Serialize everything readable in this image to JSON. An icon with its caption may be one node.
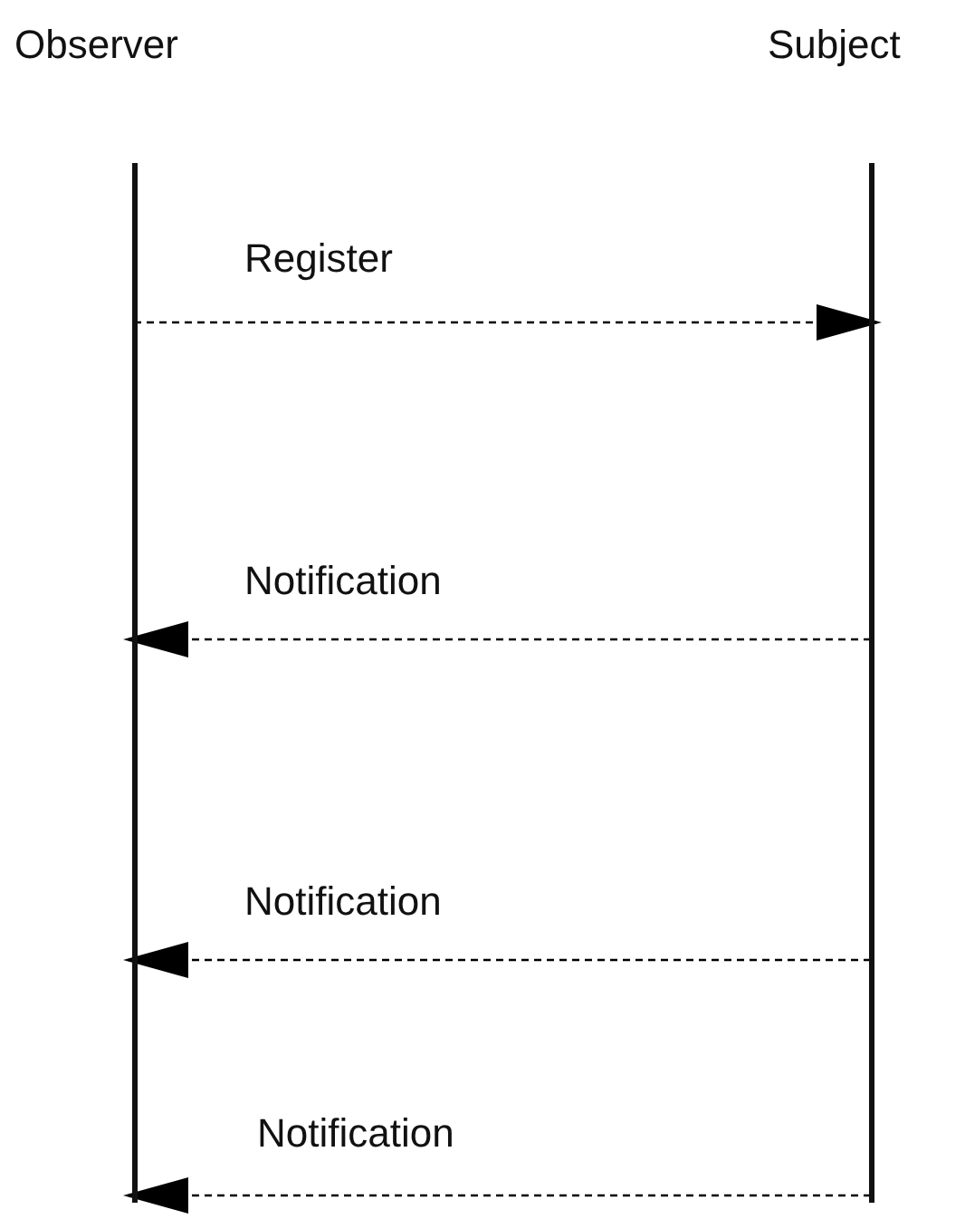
{
  "diagram": {
    "nodes": [
      {
        "text": [
          "Observer"
        ]
      },
      {
        "text": [
          "Subject"
        ]
      }
    ],
    "edges": [
      {
        "from": 0,
        "to": 1,
        "arrow": "to",
        "label": "Register",
        "style": "dashed"
      },
      {
        "from": 1,
        "to": 0,
        "arrow": "to",
        "label": "Notification",
        "style": "dashed"
      },
      {
        "from": 1,
        "to": 0,
        "arrow": "to",
        "label": "Notification",
        "style": "dashed"
      },
      {
        "from": 1,
        "to": 0,
        "arrow": "to",
        "label": "Notification",
        "style": "dashed"
      }
    ]
  }
}
